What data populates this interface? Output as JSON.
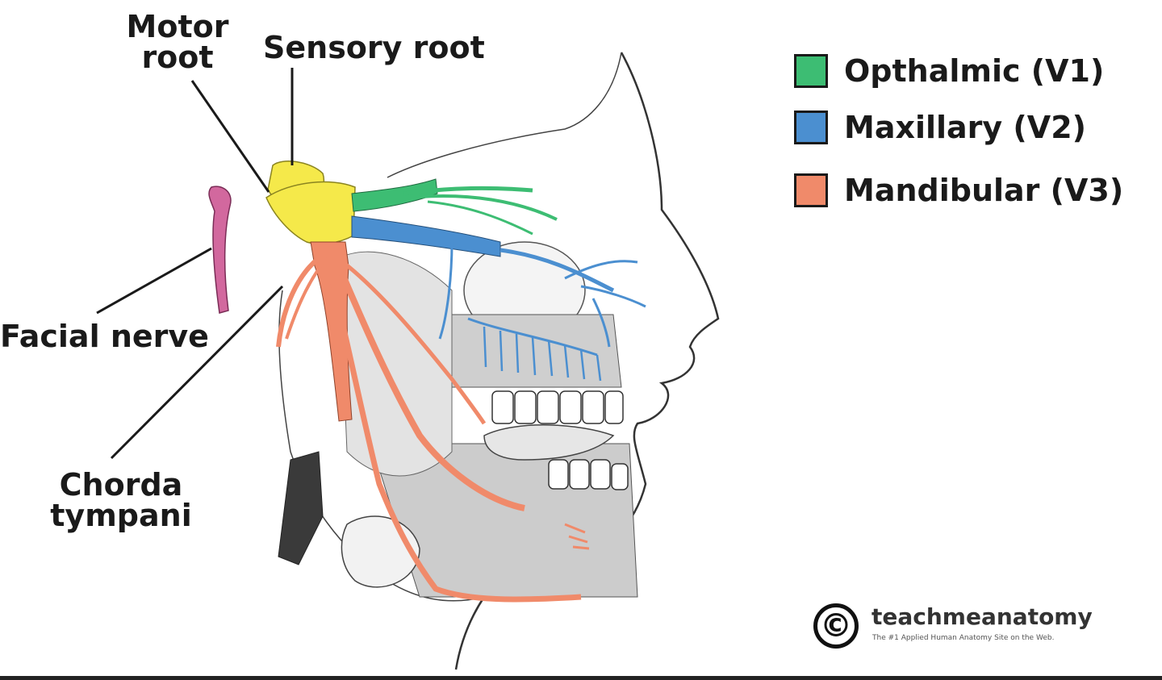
{
  "labels": {
    "motor_root_line1": "Motor",
    "motor_root_line2": "root",
    "sensory_root": "Sensory root",
    "facial_nerve": "Facial nerve",
    "chorda_line1": "Chorda",
    "chorda_line2": "tympani"
  },
  "legend": [
    {
      "label": "Opthalmic (V1)",
      "color": "#3dbd73"
    },
    {
      "label": "Maxillary (V2)",
      "color": "#4b8fd0"
    },
    {
      "label": "Mandibular (V3)",
      "color": "#f08a6a"
    }
  ],
  "colors": {
    "ganglion": "#f5e94a",
    "facial_nerve": "#d2689e",
    "v1": "#3dbd73",
    "v2": "#4b8fd0",
    "v3": "#f08a6a"
  },
  "branding": {
    "symbol": "©",
    "name": "teachmeanatomy",
    "tagline": "The #1 Applied Human Anatomy Site on the Web."
  }
}
